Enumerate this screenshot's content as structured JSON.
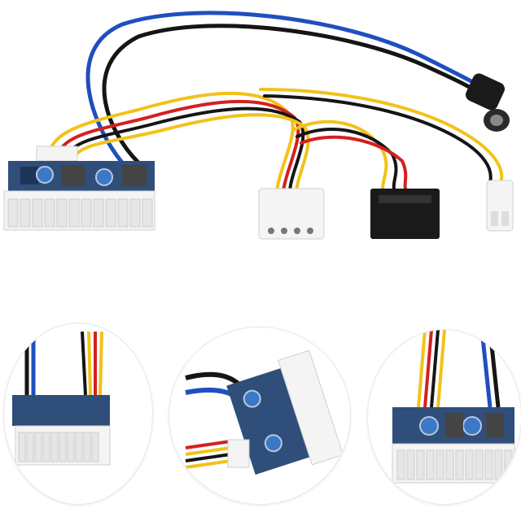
{
  "product": {
    "colors": {
      "pcb": "#2f4f7a",
      "pcb_dark": "#1e3557",
      "connector": "#f4f4f4",
      "wire_blue": "#1f4fbf",
      "wire_black": "#151515",
      "wire_red": "#d42020",
      "wire_yellow": "#f2c21a",
      "sata_body": "#1a1a1a"
    },
    "main_view": {
      "icon": "picopsu-dc-atx-power-supply"
    },
    "detail_views": [
      {
        "name": "front-view"
      },
      {
        "name": "angled-view"
      },
      {
        "name": "rear-view"
      }
    ]
  }
}
